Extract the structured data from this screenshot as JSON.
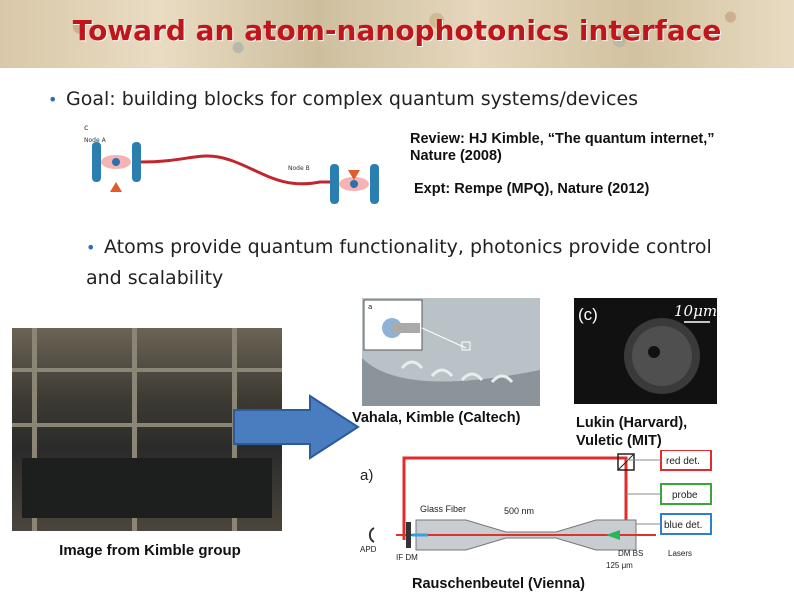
{
  "title": "Toward an atom-nanophotonics interface",
  "bullet1": "Goal: building blocks for complex quantum systems/devices",
  "bullet2": "Atoms provide quantum functionality, photonics provide control and scalability",
  "bullet_glyph": "•",
  "review_ref": "Review: HJ Kimble, “The quantum internet,” Nature (2008)",
  "expt_ref": "Expt: Rempe (MPQ), Nature (2012)",
  "vahala_caption": "Vahala, Kimble (Caltech)",
  "lukin_caption": "Lukin (Harvard), Vuletic (MIT)",
  "kimble_caption": "Image from Kimble group",
  "vienna_caption": "Rauschenbeutel (Vienna)",
  "node_fig": {
    "panel": "c",
    "node_a": "Node A",
    "node_b": "Node B"
  },
  "sem_fig": {
    "panel": "(c)",
    "scale": "10μm"
  },
  "vienna_fig": {
    "panel": "a)",
    "glass_fiber": "Glass Fiber",
    "width": "500 nm",
    "length": "125 μm",
    "apd": "APD",
    "if_dm": "IF DM",
    "dm_bs": "DM  BS",
    "lasers": "Lasers",
    "red_det": "red det.",
    "probe": "probe",
    "blue_det": "blue det."
  },
  "colors": {
    "title": "#c0151b",
    "bullet": "#2c6fb6",
    "arrow": "#4a7cc0"
  }
}
